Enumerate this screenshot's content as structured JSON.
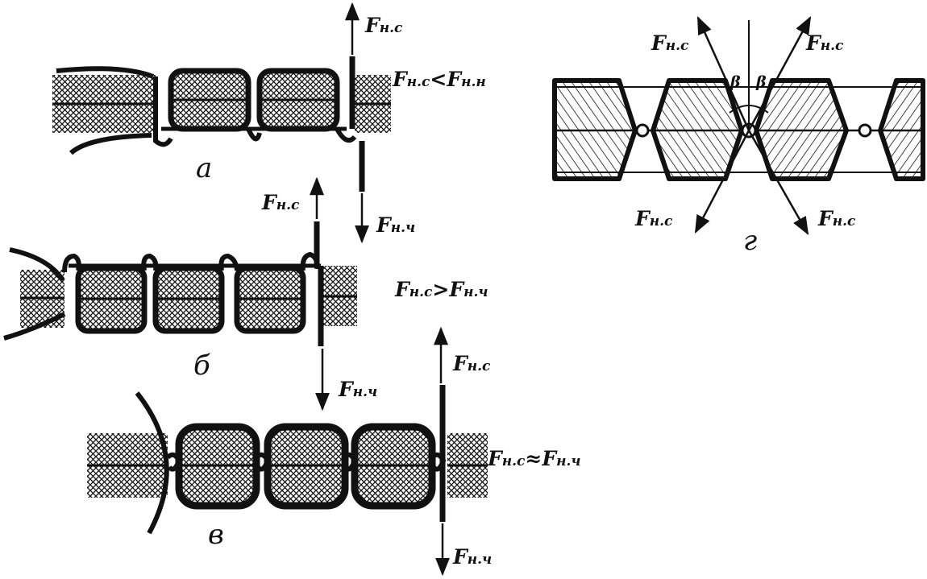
{
  "diagram": {
    "panels": [
      {
        "id": "a",
        "letter": "а",
        "arrow_up": {
          "main": "F",
          "sub": "н.с"
        },
        "arrow_down": {
          "main": "F",
          "sub": "н.ч"
        },
        "relation": {
          "left_main": "F",
          "left_sub": "н.с",
          "op": "<",
          "right_main": "F",
          "right_sub": "н.н"
        }
      },
      {
        "id": "b",
        "letter": "б",
        "arrow_up": {
          "main": "F",
          "sub": "н.с"
        },
        "arrow_down": {
          "main": "F",
          "sub": "н.ч"
        },
        "relation": {
          "left_main": "F",
          "left_sub": "н.с",
          "op": ">",
          "right_main": "F",
          "right_sub": "н.ч"
        }
      },
      {
        "id": "v",
        "letter": "в",
        "arrow_up": {
          "main": "F",
          "sub": "н.с"
        },
        "arrow_down": {
          "main": "F",
          "sub": "н.ч"
        },
        "relation": {
          "left_main": "F",
          "left_sub": "н.с",
          "op": "≈",
          "right_main": "F",
          "right_sub": "н.ч"
        }
      },
      {
        "id": "g",
        "letter": "г",
        "forces": [
          {
            "main": "F",
            "sub": "н.с"
          },
          {
            "main": "F",
            "sub": "н.с"
          },
          {
            "main": "F",
            "sub": "н.с"
          },
          {
            "main": "F",
            "sub": "н.с"
          }
        ],
        "angle": "β"
      }
    ],
    "colors": {
      "ink": "#111111",
      "paper": "#ffffff"
    }
  }
}
